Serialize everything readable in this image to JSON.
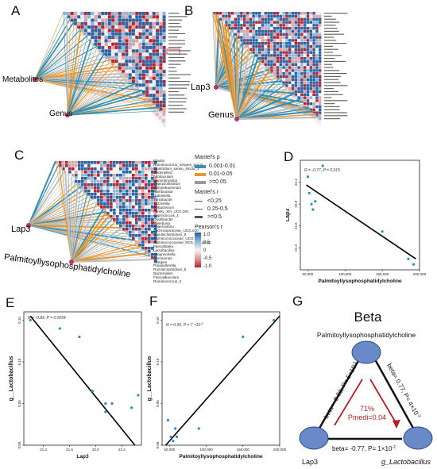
{
  "panels": {
    "A": {
      "letter": "A",
      "label_metabolites": "Metabolites",
      "label_genus": "Genus"
    },
    "B": {
      "letter": "B",
      "label_lap3": "Lap3",
      "label_genus": "Genus"
    },
    "C": {
      "letter": "C",
      "label_lap3": "Lap3",
      "label_pmp": "Palmitoyllysophosphatidylcholine",
      "genus_list": [
        "Blautia",
        "Ruminococcus_torques_group",
        "Clostridium_sensu_stricto_1",
        "unidentified",
        "Allobaculum",
        "Marvinbryantia",
        "Peptoclostridium",
        "Corynebacterium",
        "Romboutsia",
        "Dubosiella",
        "Turicibacter",
        "Tyzzerella",
        "Ileibacterium",
        "Family_XIII_UCG.001",
        "Coprococcus_1",
        "Oscillibacter",
        "Roseburia",
        "Anaerovibrio",
        "Lachnospiraceae_UCG.010",
        "Ruminiclostridium_9",
        "Ruminococcaceae_UCG.009",
        "Ruminococcaceae_RC9_gut_group",
        "Faecalitalea",
        "Lactobacillus",
        "Alloprevotella",
        "Aeromonas",
        "Alistipes",
        "Parasutterella",
        "Ruminiclostridium_5",
        "Bacteroides",
        "Faecalibaculum",
        "Ruminococcus_2"
      ],
      "legend": {
        "mantel_p_title": "Mantel's p",
        "mantel_p": [
          {
            "label": "0.001-0.01",
            "color": "#3a8fb0"
          },
          {
            "label": "0.01-0.05",
            "color": "#e8962e"
          },
          {
            "label": ">=0.05",
            "color": "#999999"
          }
        ],
        "mantel_r_title": "Mantel's r",
        "mantel_r": [
          "<0.25",
          "0.25-0.5",
          ">=0.5"
        ],
        "pearson_title": "Pearson's r",
        "pearson_ticks": [
          "1.0",
          "0.5",
          "0",
          "-0.5",
          "-1.0"
        ]
      }
    },
    "D": {
      "letter": "D",
      "annotation": "R = -0.77, P = 0.015",
      "ylabel": "Lap3",
      "xlabel": "Palmitoyllysophosphatidylcholine"
    },
    "E": {
      "letter": "E",
      "annotation": "R = -0.83, P = 0.0054",
      "ylabel": "g__Lactobacillus",
      "xlabel": "Lap3"
    },
    "F": {
      "letter": "F",
      "annotation": "R = 0.95, P = 7 ×10",
      "annotation_exp": "-5",
      "ylabel": "g__Lactobacillus",
      "xlabel": "Palmitoyllysophosphatidylcholine"
    },
    "G": {
      "letter": "G",
      "title": "Beta",
      "node_top": "Palmitoyllysophosphatidylcholine",
      "node_left": "Lap3",
      "node_right": "g_Lactobacillus",
      "edge_left": "beta= -0.83, P= 5×10",
      "edge_left_exp": "-3",
      "edge_right": "beta= 0.77, P= 4×10",
      "edge_right_exp": "-3",
      "edge_bottom": "beta= -0.77, P= 1×10",
      "edge_bottom_exp": "-2",
      "mediation_pct": "71%",
      "mediation_p": "Pmedi=0.04"
    }
  },
  "chart_data": [
    {
      "type": "scatter",
      "panel": "D",
      "title": "",
      "xlabel": "Palmitoyllysophosphatidylcholine",
      "ylabel": "Lap3",
      "annotation": "R = -0.77, P = 0.015",
      "xlim": [
        40000,
        200000
      ],
      "ylim": [
        20.8,
        22.8
      ],
      "x_ticks": [
        "50,000",
        "100,000",
        "150,000",
        "200,000"
      ],
      "y_ticks": [
        "21.2",
        "21.6",
        "22.0",
        "22.4"
      ],
      "points": [
        [
          50000,
          22.5
        ],
        [
          52000,
          22.2
        ],
        [
          55000,
          22.0
        ],
        [
          60000,
          22.05
        ],
        [
          70000,
          22.7
        ],
        [
          57000,
          21.9
        ],
        [
          150000,
          21.5
        ],
        [
          185000,
          21.0
        ],
        [
          192000,
          20.9
        ]
      ],
      "fit": [
        [
          48000,
          22.35
        ],
        [
          195000,
          21.0
        ]
      ]
    },
    {
      "type": "scatter",
      "panel": "E",
      "title": "",
      "xlabel": "Lap3",
      "ylabel": "g__Lactobacillus",
      "annotation": "R = -0.83, P = 0.0054",
      "xlim": [
        20.9,
        22.7
      ],
      "ylim": [
        0.0,
        0.16
      ],
      "x_ticks": [
        "21.2",
        "21.6",
        "22.0",
        "22.4"
      ],
      "y_ticks": [
        "0.00",
        "0.05",
        "0.10",
        "0.15"
      ],
      "points": [
        [
          21.0,
          0.15
        ],
        [
          21.75,
          0.13
        ],
        [
          21.95,
          0.065
        ],
        [
          22.15,
          0.05
        ],
        [
          22.15,
          0.04
        ],
        [
          22.25,
          0.05
        ],
        [
          22.55,
          0.045
        ],
        [
          22.65,
          0.06
        ],
        [
          21.45,
          0.14
        ]
      ],
      "fit": [
        [
          21.0,
          0.155
        ],
        [
          22.6,
          0.0
        ]
      ]
    },
    {
      "type": "scatter",
      "panel": "F",
      "title": "",
      "xlabel": "Palmitoyllysophosphatidylcholine",
      "ylabel": "g__Lactobacillus",
      "annotation": "R = 0.95, P = 7 ×10-5",
      "xlim": [
        40000,
        200000
      ],
      "ylim": [
        0.0,
        0.16
      ],
      "x_ticks": [
        "50,000",
        "100,000",
        "150,000",
        "200,000"
      ],
      "y_ticks": [
        "0.00",
        "0.05",
        "0.10",
        "0.15"
      ],
      "points": [
        [
          48000,
          0.03
        ],
        [
          52000,
          0.01
        ],
        [
          55000,
          0.005
        ],
        [
          58000,
          0.02
        ],
        [
          60000,
          0.01
        ],
        [
          90000,
          0.02
        ],
        [
          150000,
          0.13
        ],
        [
          192000,
          0.15
        ]
      ],
      "fit": [
        [
          45000,
          0.0
        ],
        [
          200000,
          0.155
        ]
      ]
    }
  ]
}
